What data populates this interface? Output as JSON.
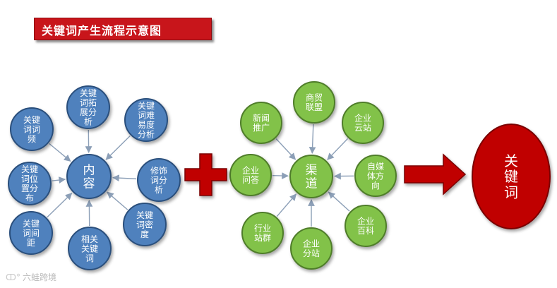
{
  "title": "关键词产生流程示意图",
  "colors": {
    "blue_fill": "#4f81bd",
    "blue_stroke": "#2c4f7c",
    "green_fill": "#82c24a",
    "green_stroke": "#4f7d2a",
    "red": "#c00000",
    "red_stroke": "#7a0000",
    "arrow": "#8c9fb7"
  },
  "content_cluster": {
    "center": "内\n容",
    "satellites": [
      "关键\n词拓\n展分\n析",
      "关键\n词难\n易度\n分析",
      "修饰\n词分\n析",
      "关键\n词密\n度",
      "相关\n关键\n词",
      "关键\n词间\n距",
      "关键\n词位\n置分\n布",
      "关键\n词词\n频"
    ]
  },
  "channel_cluster": {
    "center": "渠\n道",
    "satellites": [
      "商贸\n联盟",
      "企业\n云站",
      "自媒\n体方\n向",
      "企业\n百科",
      "企业\n分站",
      "行业\n站群",
      "企业\n问答",
      "新闻\n推广"
    ]
  },
  "result": {
    "label": "关\n键\n词"
  },
  "watermark": "六蛙跨境"
}
